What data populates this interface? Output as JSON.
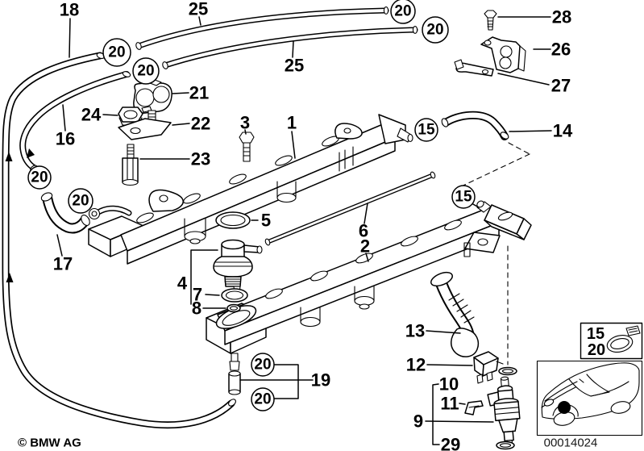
{
  "footer": {
    "copyright": "© BMW AG",
    "diagram_number": "00014024"
  },
  "inset": {
    "labels": [
      "15",
      "20"
    ],
    "icon": "hose-clamp-icon"
  },
  "callouts": [
    {
      "id": "18"
    },
    {
      "id": "25"
    },
    {
      "id": "28"
    },
    {
      "id": "26"
    },
    {
      "id": "27"
    },
    {
      "id": "25"
    },
    {
      "id": "21"
    },
    {
      "id": "24"
    },
    {
      "id": "22"
    },
    {
      "id": "3"
    },
    {
      "id": "1"
    },
    {
      "id": "14"
    },
    {
      "id": "16"
    },
    {
      "id": "23"
    },
    {
      "id": "5"
    },
    {
      "id": "6"
    },
    {
      "id": "2"
    },
    {
      "id": "17"
    },
    {
      "id": "4"
    },
    {
      "id": "7"
    },
    {
      "id": "8"
    },
    {
      "id": "13"
    },
    {
      "id": "12"
    },
    {
      "id": "10"
    },
    {
      "id": "11"
    },
    {
      "id": "9"
    },
    {
      "id": "19"
    },
    {
      "id": "29"
    }
  ],
  "circles": [
    {
      "id": "20"
    },
    {
      "id": "20"
    },
    {
      "id": "20"
    },
    {
      "id": "20"
    },
    {
      "id": "20"
    },
    {
      "id": "20"
    },
    {
      "id": "20"
    },
    {
      "id": "20"
    },
    {
      "id": "15"
    },
    {
      "id": "15"
    }
  ]
}
